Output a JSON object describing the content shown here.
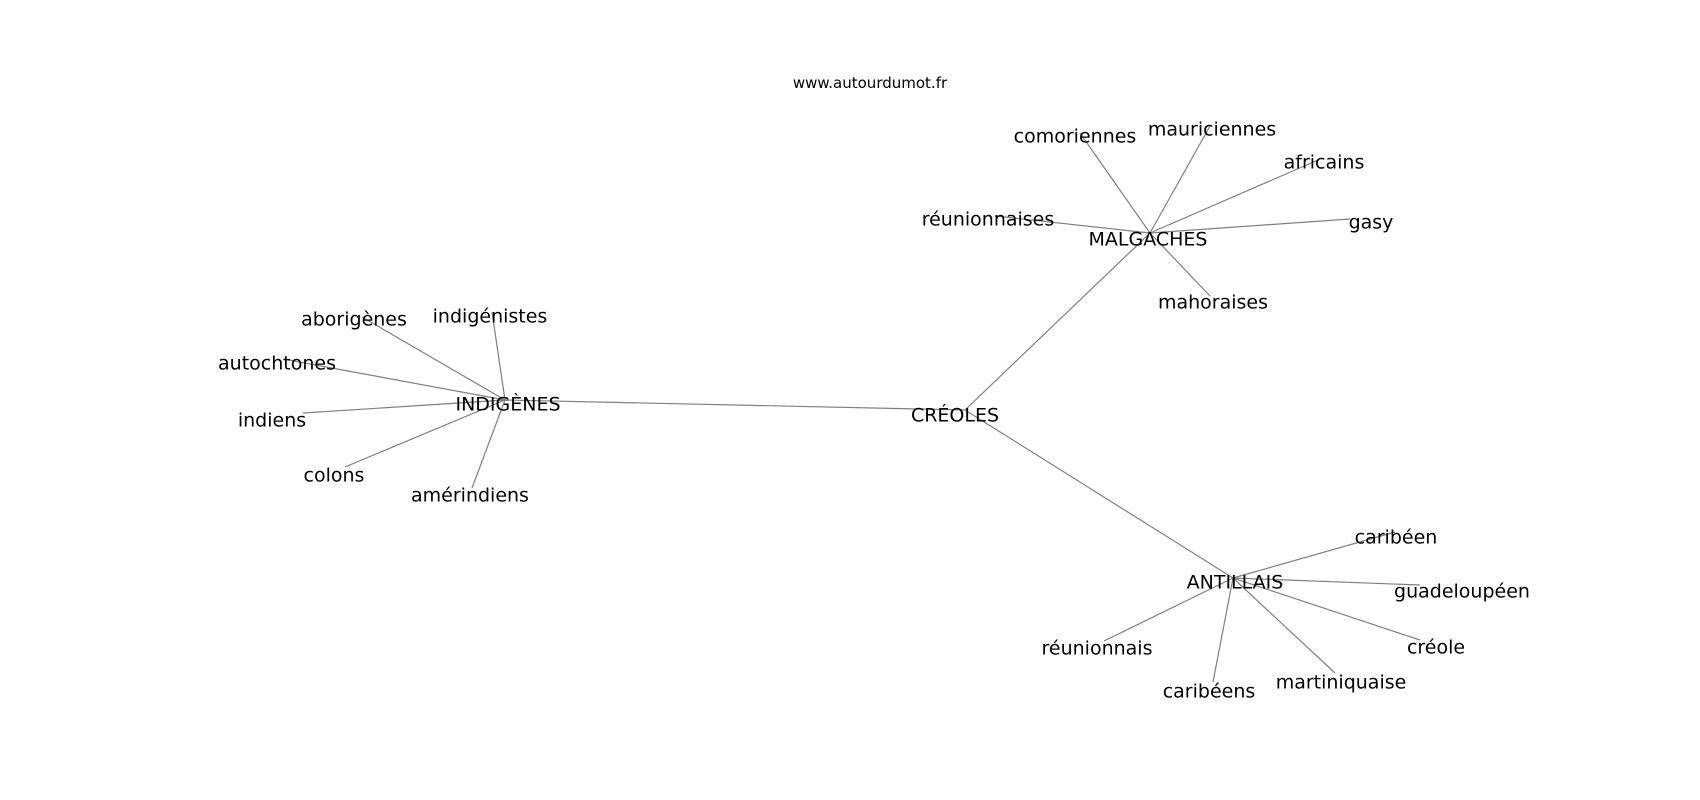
{
  "source": "www.autourdumot.fr",
  "nodes": [
    {
      "id": "creoles",
      "label": "CRÉOLES"
    },
    {
      "id": "malgaches",
      "label": "MALGACHES"
    },
    {
      "id": "indigenes",
      "label": "INDIGÈNES"
    },
    {
      "id": "antillais",
      "label": "ANTILLAIS"
    },
    {
      "id": "comoriennes",
      "label": "comoriennes"
    },
    {
      "id": "mauriciennes",
      "label": "mauriciennes"
    },
    {
      "id": "africains",
      "label": "africains"
    },
    {
      "id": "reunionnaises",
      "label": "réunionnaises"
    },
    {
      "id": "gasy",
      "label": "gasy"
    },
    {
      "id": "mahoraises",
      "label": "mahoraises"
    },
    {
      "id": "aborigenes",
      "label": "aborigènes"
    },
    {
      "id": "indigenistes",
      "label": "indigénistes"
    },
    {
      "id": "autochtones",
      "label": "autochtones"
    },
    {
      "id": "indiens",
      "label": "indiens"
    },
    {
      "id": "colons",
      "label": "colons"
    },
    {
      "id": "amerindiens",
      "label": "amérindiens"
    },
    {
      "id": "caribeen",
      "label": "caribéen"
    },
    {
      "id": "guadeloupeen",
      "label": "guadeloupéen"
    },
    {
      "id": "reunionnais",
      "label": "réunionnais"
    },
    {
      "id": "creole",
      "label": "créole"
    },
    {
      "id": "caribeens",
      "label": "caribéens"
    },
    {
      "id": "martiniquaise",
      "label": "martiniquaise"
    }
  ],
  "edges": [
    [
      "creoles",
      "malgaches"
    ],
    [
      "creoles",
      "indigenes"
    ],
    [
      "creoles",
      "antillais"
    ],
    [
      "malgaches",
      "comoriennes"
    ],
    [
      "malgaches",
      "mauriciennes"
    ],
    [
      "malgaches",
      "africains"
    ],
    [
      "malgaches",
      "reunionnaises"
    ],
    [
      "malgaches",
      "gasy"
    ],
    [
      "malgaches",
      "mahoraises"
    ],
    [
      "indigenes",
      "aborigenes"
    ],
    [
      "indigenes",
      "indigenistes"
    ],
    [
      "indigenes",
      "autochtones"
    ],
    [
      "indigenes",
      "indiens"
    ],
    [
      "indigenes",
      "colons"
    ],
    [
      "indigenes",
      "amerindiens"
    ],
    [
      "antillais",
      "caribeen"
    ],
    [
      "antillais",
      "guadeloupeen"
    ],
    [
      "antillais",
      "reunionnais"
    ],
    [
      "antillais",
      "creole"
    ],
    [
      "antillais",
      "caribeens"
    ],
    [
      "antillais",
      "martiniquaise"
    ]
  ]
}
